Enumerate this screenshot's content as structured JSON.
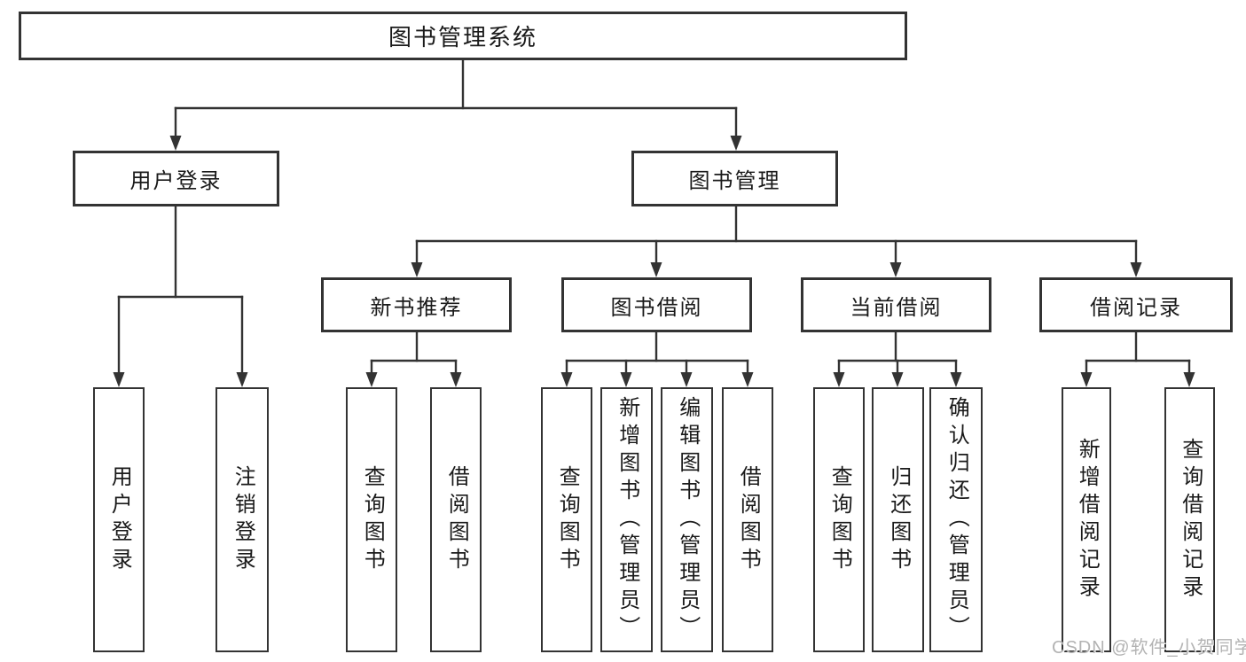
{
  "nodes": {
    "root": "图书管理系统",
    "user_login": "用户登录",
    "book_mgmt": "图书管理",
    "new_book_rec": "新书推荐",
    "book_borrow": "图书借阅",
    "current_borrow": "当前借阅",
    "borrow_record": "借阅记录",
    "login": "用户登录",
    "logout": "注销登录",
    "rec_query_book": "查询图书",
    "rec_borrow_book": "借阅图书",
    "bb_query_book": "查询图书",
    "bb_add_book": "新增图书（管理员）",
    "bb_edit_book": "编辑图书（管理员）",
    "bb_borrow_book": "借阅图书",
    "cb_query_book": "查询图书",
    "cb_return_book": "归还图书",
    "cb_confirm_return": "确认归还（管理员）",
    "br_add_record": "新增借阅记录",
    "br_query_record": "查询借阅记录"
  },
  "watermark": "CSDN @软件_小贺同学",
  "colors": {
    "line": "#333333",
    "text": "#1a1a1a",
    "watermark": "#b3b3b3",
    "background": "#ffffff"
  }
}
